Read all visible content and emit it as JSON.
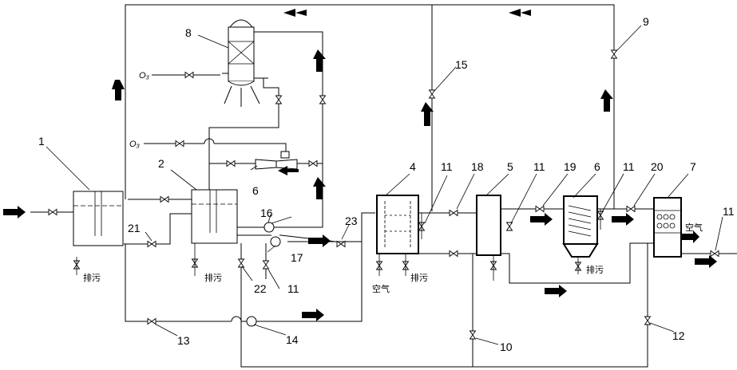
{
  "figure": {
    "labels": {
      "n1": "1",
      "n2": "2",
      "n4": "4",
      "n5": "5",
      "n6a": "6",
      "n6b": "6",
      "n7": "7",
      "n8": "8",
      "n9": "9",
      "n10": "10",
      "n11a": "11",
      "n11b": "11",
      "n11c": "11",
      "n11d": "11",
      "n11e": "11",
      "n12": "12",
      "n13": "13",
      "n14": "14",
      "n15": "15",
      "n16": "16",
      "n17": "17",
      "n18": "18",
      "n19": "19",
      "n20": "20",
      "n21": "21",
      "n22": "22",
      "n23": "23"
    },
    "annotations": {
      "drain1": "排污",
      "drain2": "排污",
      "drain3": "排污",
      "drain4": "排污",
      "air1": "空气",
      "air2": "空气",
      "ozone1": "O₃",
      "ozone2": "O₃"
    }
  }
}
